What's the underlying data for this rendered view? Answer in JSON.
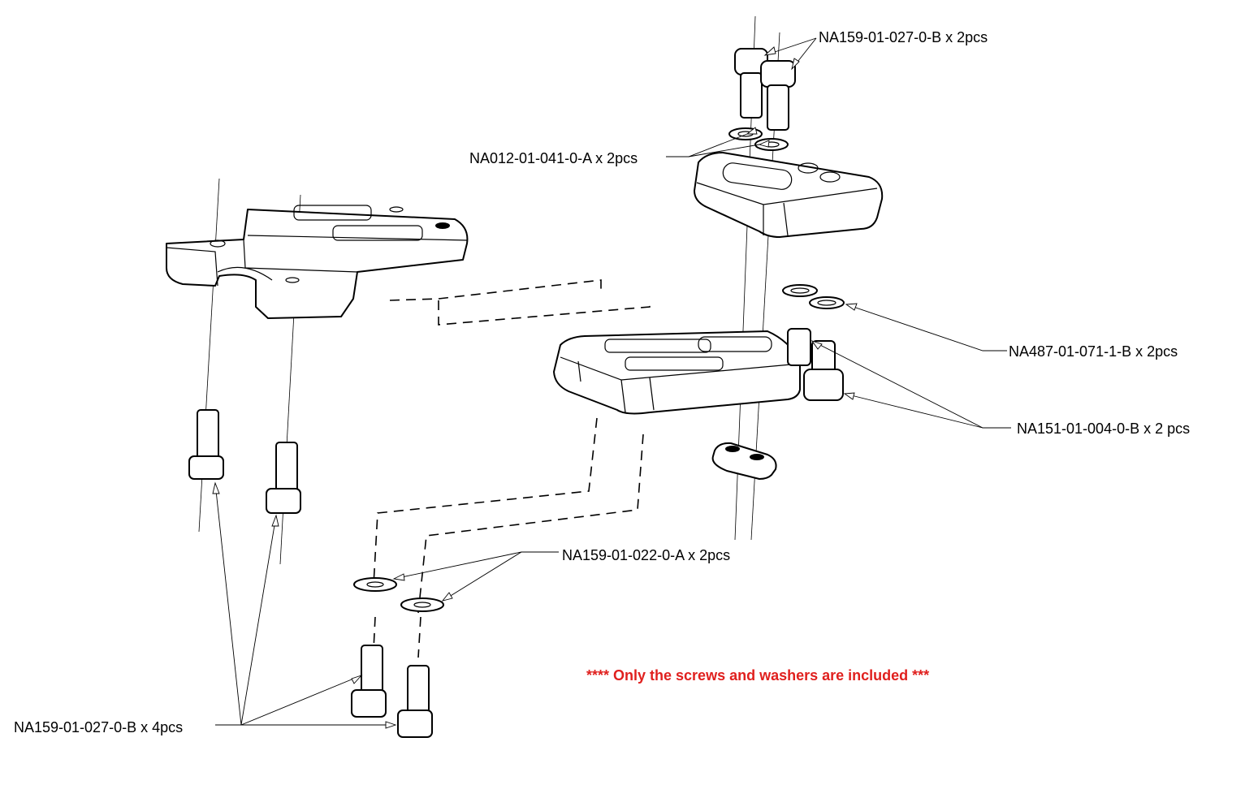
{
  "labels": {
    "top_screws": "NA159-01-027-0-B x 2pcs",
    "top_washers": "NA012-01-041-0-A x 2pcs",
    "right_washers": "NA487-01-071-1-B x 2pcs",
    "right_standoffs": "NA151-01-004-0-B x 2 pcs",
    "mid_washers": "NA159-01-022-0-A x 2pcs",
    "bottom_screws": "NA159-01-027-0-B x 4pcs"
  },
  "note": {
    "text": "**** Only the screws and washers are included ***",
    "color": "#e0201e"
  },
  "colors": {
    "line": "#000000",
    "background": "#ffffff"
  }
}
